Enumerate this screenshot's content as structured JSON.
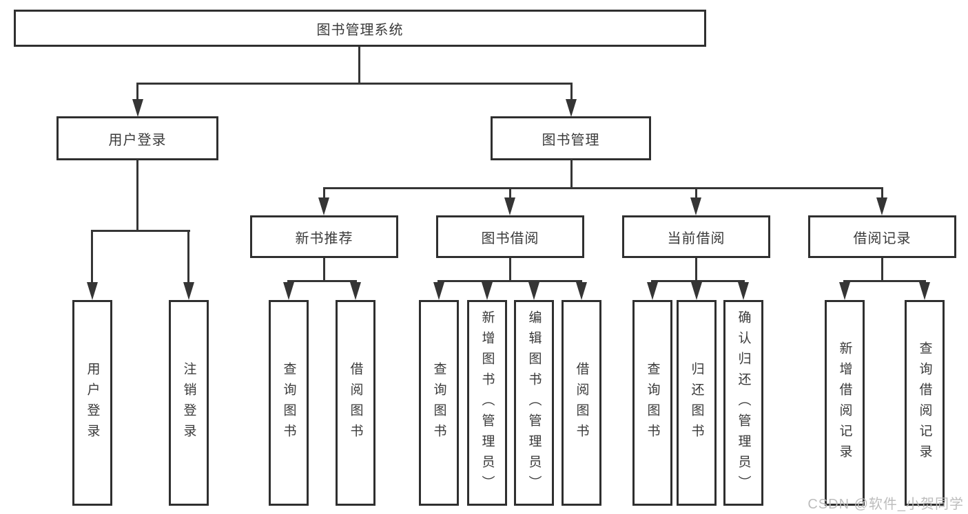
{
  "nodes": {
    "root": "图书管理系统",
    "l2_user_login": "用户登录",
    "l2_book_mgmt": "图书管理",
    "l3_new_book": "新书推荐",
    "l3_book_borrow": "图书借阅",
    "l3_current_borrow": "当前借阅",
    "l3_borrow_records": "借阅记录",
    "leaf_user_login": "用户登录",
    "leaf_logout": "注销登录",
    "leaf_nb_query": "查询图书",
    "leaf_nb_borrow": "借阅图书",
    "leaf_bb_query": "查询图书",
    "leaf_bb_add": "新增图书（管理员）",
    "leaf_bb_edit": "编辑图书（管理员）",
    "leaf_bb_borrow": "借阅图书",
    "leaf_cb_query": "查询图书",
    "leaf_cb_return": "归还图书",
    "leaf_cb_confirm": "确认归还（管理员）",
    "leaf_br_add": "新增借阅记录",
    "leaf_br_query": "查询借阅记录"
  },
  "watermark": "CSDN @软件_小贺同学",
  "colors": {
    "border": "#2f2f2f",
    "line": "#353535",
    "text": "#3a3a3a",
    "background": "#ffffff",
    "watermark": "#b9b9b9"
  }
}
